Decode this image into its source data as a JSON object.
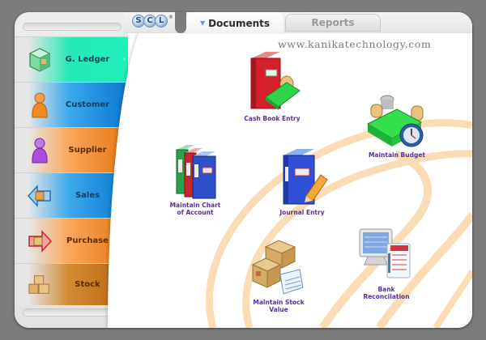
{
  "app": {
    "logo_letters": [
      "S",
      "C",
      "L"
    ],
    "logo_mark": "®",
    "watermark": "www.kanikatechnology.com"
  },
  "tabs": [
    {
      "label": "Documents",
      "active": true,
      "icon": "triangle-down-icon"
    },
    {
      "label": "Reports",
      "active": false
    }
  ],
  "sidebar": {
    "items": [
      {
        "label": "G. Ledger",
        "icon": "ledger-cube-icon",
        "color": "#1ef0b8",
        "has_chevron": true
      },
      {
        "label": "Customer",
        "icon": "orange-person-icon",
        "color": "#0b76d0"
      },
      {
        "label": "Supplier",
        "icon": "purple-person-icon",
        "color": "#e37512"
      },
      {
        "label": "Sales",
        "icon": "sales-arrow-box-icon",
        "color": "#0b76d0"
      },
      {
        "label": "Purchase",
        "icon": "purchase-arrow-box-icon",
        "color": "#e37512"
      },
      {
        "label": "Stock",
        "icon": "stacked-boxes-icon",
        "color": "#b96410"
      }
    ]
  },
  "tiles": [
    {
      "label": "Cash Book Entry",
      "icon": "cash-book-icon"
    },
    {
      "label": "Maintain Budget",
      "icon": "budget-money-clock-icon"
    },
    {
      "label": "Maintain Chart\nof Account",
      "icon": "binders-icon"
    },
    {
      "label": "Journal Entry",
      "icon": "journal-pencil-icon"
    },
    {
      "label": "Maintain Stock\nValue",
      "icon": "stock-boxes-icon"
    },
    {
      "label": "Bank\nReconcilation",
      "icon": "bank-reconcile-icon"
    }
  ],
  "colors": {
    "background": "#7c7c7c",
    "label_text": "#5a2d9c",
    "arc": "#fbdcb4"
  }
}
